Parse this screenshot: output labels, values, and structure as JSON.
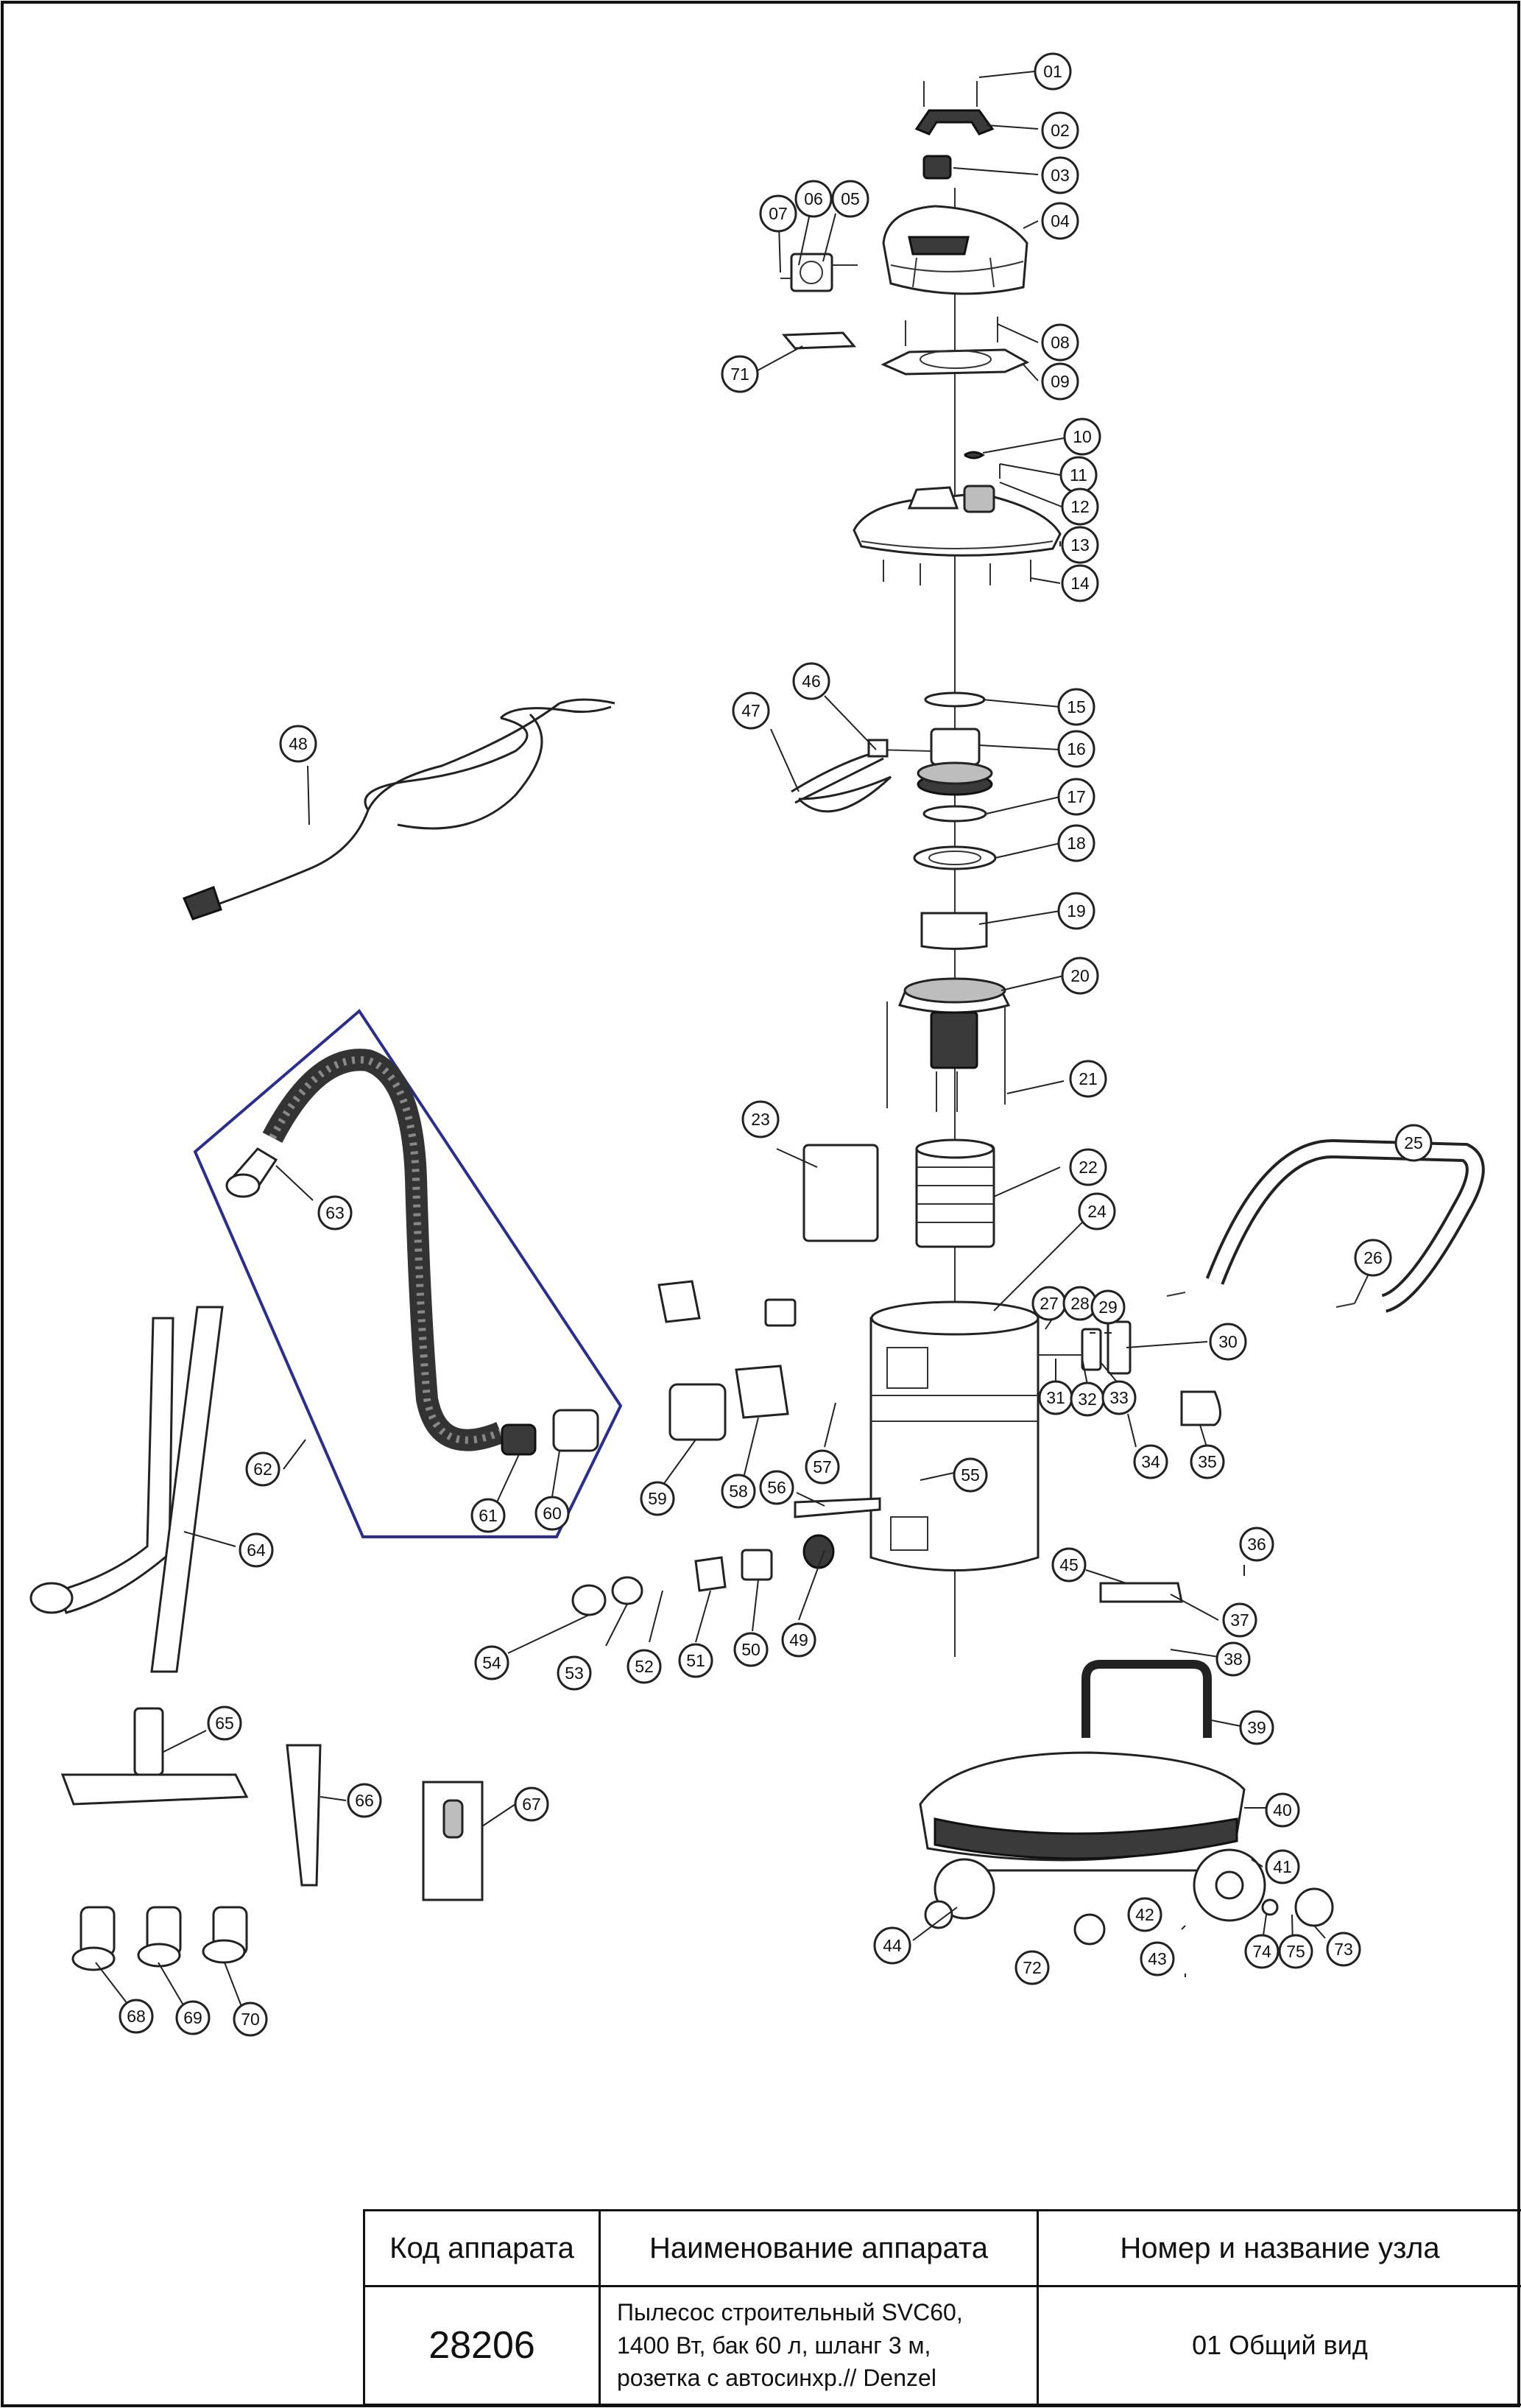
{
  "labels": [
    "01",
    "02",
    "03",
    "04",
    "05",
    "06",
    "07",
    "08",
    "09",
    "10",
    "11",
    "12",
    "13",
    "14",
    "15",
    "16",
    "17",
    "18",
    "19",
    "20",
    "21",
    "22",
    "23",
    "24",
    "25",
    "26",
    "27",
    "28",
    "29",
    "30",
    "31",
    "32",
    "33",
    "34",
    "35",
    "36",
    "37",
    "38",
    "39",
    "40",
    "41",
    "42",
    "43",
    "44",
    "45",
    "46",
    "47",
    "48",
    "49",
    "50",
    "51",
    "52",
    "53",
    "54",
    "55",
    "56",
    "57",
    "58",
    "59",
    "60",
    "61",
    "62",
    "63",
    "64",
    "65",
    "66",
    "67",
    "68",
    "69",
    "70",
    "71",
    "72",
    "73",
    "74",
    "75"
  ],
  "title_block": {
    "header_code": "Код аппарата",
    "header_name": "Наименование аппарата",
    "header_node": "Номер и название узла",
    "code": "28206",
    "name_line1": "Пылесос строительный SVC60,",
    "name_line2": "1400 Вт, бак 60 л, шланг 3 м,",
    "name_line3": "розетка с автосинхр.// Denzel",
    "node": "01 Общий вид"
  }
}
